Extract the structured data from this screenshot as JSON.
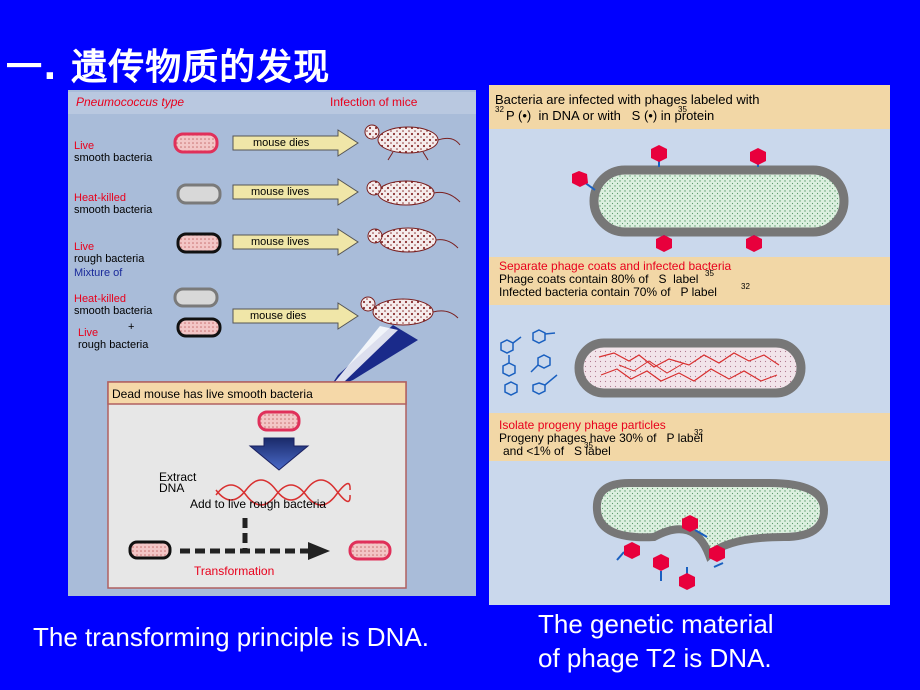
{
  "title": "一. 遗传物质的发现",
  "left_panel": {
    "header_type": "Pneumococcus type",
    "header_infection": "Infection of mice",
    "rows": [
      {
        "line1": "Live",
        "line2": "smooth bacteria",
        "outcome": "mouse dies"
      },
      {
        "line1": "Heat-killed",
        "line2": "smooth bacteria",
        "outcome": "mouse lives"
      },
      {
        "line1": "Live",
        "line2": "rough bacteria",
        "outcome": "mouse lives"
      }
    ],
    "mixture_label": "Mixture of",
    "mixture_line1": "Heat-killed",
    "mixture_line2": "smooth bacteria",
    "mixture_plus": "+",
    "mixture_line3": "Live",
    "mixture_line4": "rough bacteria",
    "mixture_outcome": "mouse dies",
    "dead_mouse_label": "Dead mouse has live smooth bacteria",
    "extract_label_1": "Extract",
    "extract_label_2": "DNA",
    "add_label": "Add to live rough bacteria",
    "transformation_label": "Transformation"
  },
  "right_panel": {
    "step1_line1": "Bacteria are infected with phages labeled with",
    "step1_line2": "P (•)  in DNA or with   S (•) in protein",
    "step1_sup1": "32",
    "step1_sup2": "35",
    "step2_title": "Separate phage coats and infected bacteria",
    "step2_line1": "Phage coats contain 80% of   S  label",
    "step2_line2": "Infected bacteria contain 70% of   P label",
    "step2_sup1": "35",
    "step2_sup2": "32",
    "step3_title": "Isolate progeny phage particles",
    "step3_line1": "Progeny phages have 30% of   P label",
    "step3_line2": "and <1% of   S label",
    "step3_sup1": "32",
    "step3_sup2": "35"
  },
  "captions": {
    "left": "The transforming principle is DNA.",
    "right_line1": "The genetic material",
    "right_line2": "of phage T2 is DNA."
  },
  "colors": {
    "background": "#0000ff",
    "left_panel": "#a9bcd9",
    "right_panel": "#cad8ec",
    "label_band": "#f2d7a6",
    "red_text": "#e8001c",
    "dna_red": "#d83030",
    "label_red": "#e8003c",
    "label_blue": "#1060c0"
  }
}
